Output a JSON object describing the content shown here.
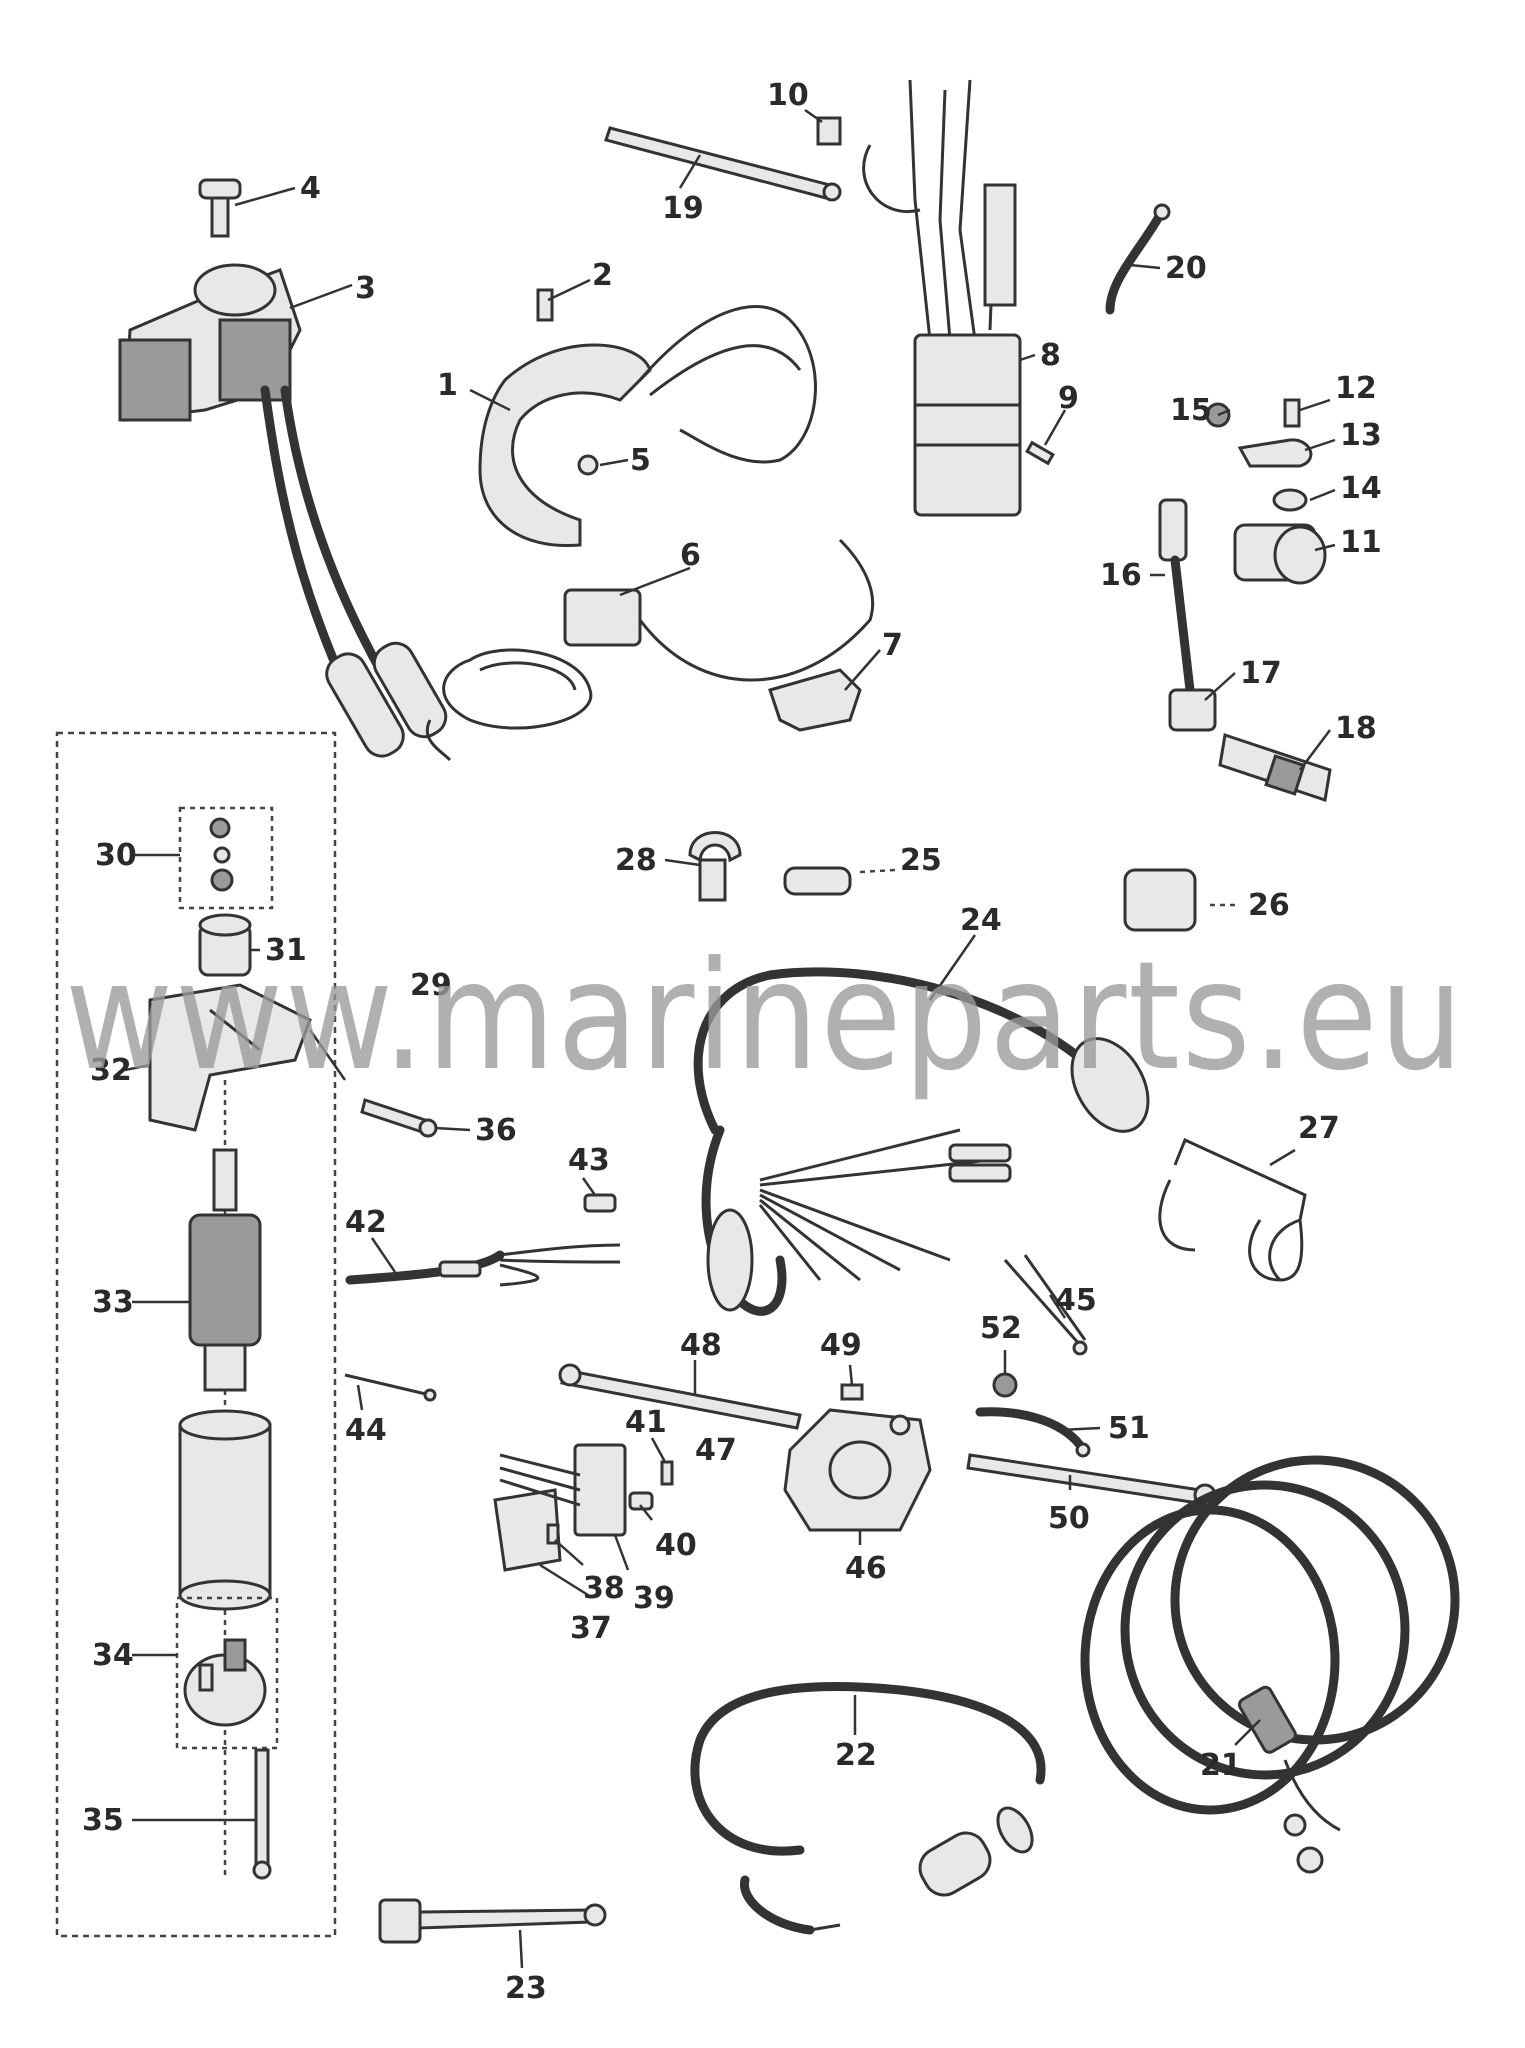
{
  "watermark": "www.marineparts.eu",
  "callouts": [
    "1",
    "2",
    "3",
    "4",
    "5",
    "6",
    "7",
    "8",
    "9",
    "10",
    "11",
    "12",
    "13",
    "14",
    "15",
    "16",
    "17",
    "18",
    "19",
    "20",
    "21",
    "22",
    "23",
    "24",
    "25",
    "26",
    "27",
    "28",
    "29",
    "30",
    "31",
    "32",
    "33",
    "34",
    "35",
    "36",
    "37",
    "38",
    "39",
    "40",
    "41",
    "42",
    "43",
    "44",
    "45",
    "46",
    "47",
    "48",
    "49",
    "50",
    "51",
    "52"
  ]
}
